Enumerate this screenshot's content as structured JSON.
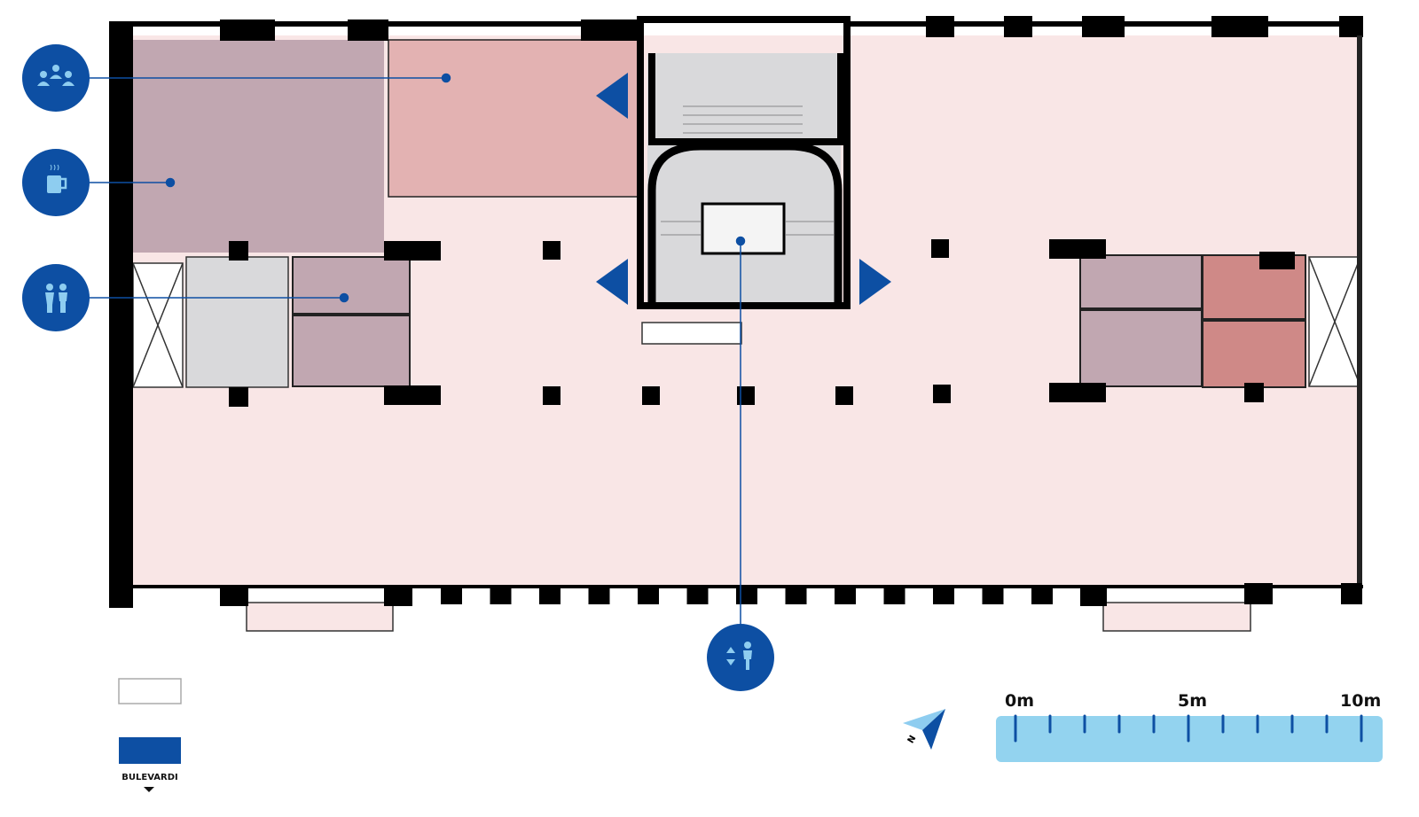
{
  "colors": {
    "accent": "#0d4fa3",
    "icon_light": "#8ecdf0",
    "floor": "#f9e6e6",
    "meeting_room": "#e3b2b2",
    "service_room": "#c1a7b1",
    "highlight_room": "#cf8987",
    "core": "#d9d9db",
    "wall": "#000000",
    "scale_bar": "#93d3ef"
  },
  "callouts": [
    {
      "icon": "meeting-people-icon"
    },
    {
      "icon": "coffee-mug-icon"
    },
    {
      "icon": "restroom-icon"
    },
    {
      "icon": "elevator-icon"
    }
  ],
  "legend": {
    "street_label": "BULEVARDI"
  },
  "scale": {
    "labels": [
      "0m",
      "5m",
      "10m"
    ],
    "max_meters": 10
  },
  "north_arrow": {
    "label": "N"
  }
}
